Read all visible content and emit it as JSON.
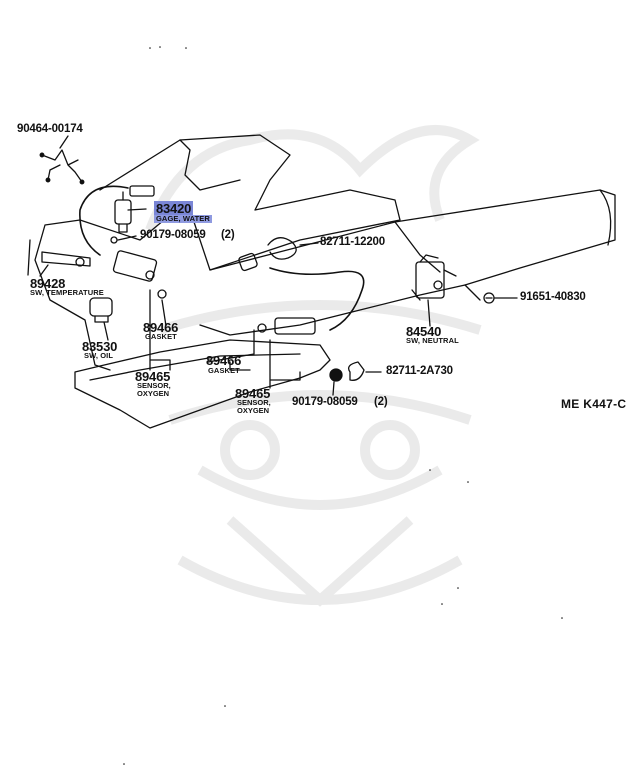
{
  "diagram_id": "ME K447-C",
  "highlight_color": "#7a86d6",
  "parts": {
    "p90464": {
      "number": "90464-00174"
    },
    "p83420": {
      "number": "83420",
      "description": "GAGE, WATER"
    },
    "p90179a": {
      "number": "90179-08059",
      "qty": "(2)"
    },
    "p82711a": {
      "number": "82711-12200"
    },
    "p89428": {
      "number": "89428",
      "description": "SW, TEMPERATURE"
    },
    "p91651": {
      "number": "91651-40830"
    },
    "p89466a": {
      "number": "89466",
      "description": "GASKET"
    },
    "p83530": {
      "number": "83530",
      "description": "SW, OIL"
    },
    "p84540": {
      "number": "84540",
      "description": "SW, NEUTRAL"
    },
    "p89466b": {
      "number": "89466",
      "description": "GASKET"
    },
    "p89465a": {
      "number": "89465",
      "description_line1": "SENSOR,",
      "description_line2": "OXYGEN"
    },
    "p82711b": {
      "number": "82711-2A730"
    },
    "p89465b": {
      "number": "89465",
      "description_line1": "SENSOR,",
      "description_line2": "OXYGEN"
    },
    "p90179b": {
      "number": "90179-08059",
      "qty": "(2)"
    }
  }
}
